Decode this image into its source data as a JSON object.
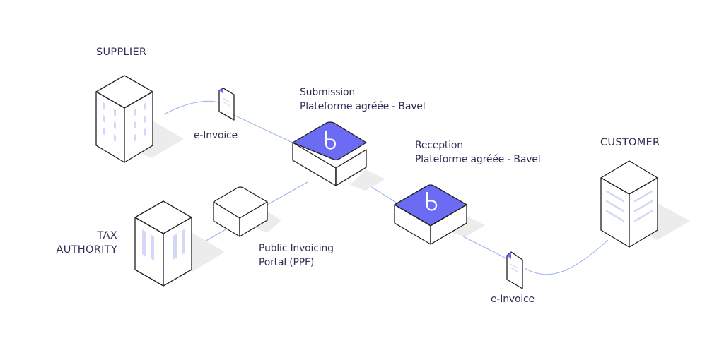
{
  "diagram": {
    "colors": {
      "accent": "#6b6cf3",
      "line": "#9fb4ee",
      "stroke": "#1f1f1f",
      "window": "#d4d8f7",
      "shadow": "#ececec",
      "text": "#2f2f56"
    },
    "nodes": {
      "supplier": {
        "label": "SUPPLIER",
        "icon": "office-building-icon"
      },
      "tax_authority": {
        "label_line1": "TAX",
        "label_line2": "AUTHORITY",
        "icon": "government-building-icon"
      },
      "customer": {
        "label": "CUSTOMER",
        "icon": "office-building-icon"
      },
      "submission": {
        "label_line1": "Submission",
        "label_line2": "Plateforme agréée - Bavel",
        "icon": "bavel-platform-box-icon",
        "logo": "b"
      },
      "reception": {
        "label_line1": "Reception",
        "label_line2": "Plateforme agréée - Bavel",
        "icon": "bavel-platform-box-icon",
        "logo": "b"
      },
      "ppf": {
        "label_line1": "Public Invoicing",
        "label_line2": "Portal (PPF)",
        "icon": "portal-box-icon"
      }
    },
    "documents": [
      {
        "label": "e-Invoice",
        "icon": "invoice-document-icon"
      },
      {
        "label": "e-Invoice",
        "icon": "invoice-document-icon"
      }
    ],
    "edges": [
      {
        "from": "supplier",
        "to": "submission",
        "via": "e-Invoice"
      },
      {
        "from": "submission",
        "to": "ppf"
      },
      {
        "from": "ppf",
        "to": "tax_authority"
      },
      {
        "from": "submission",
        "to": "reception"
      },
      {
        "from": "reception",
        "to": "customer",
        "via": "e-Invoice"
      }
    ]
  }
}
